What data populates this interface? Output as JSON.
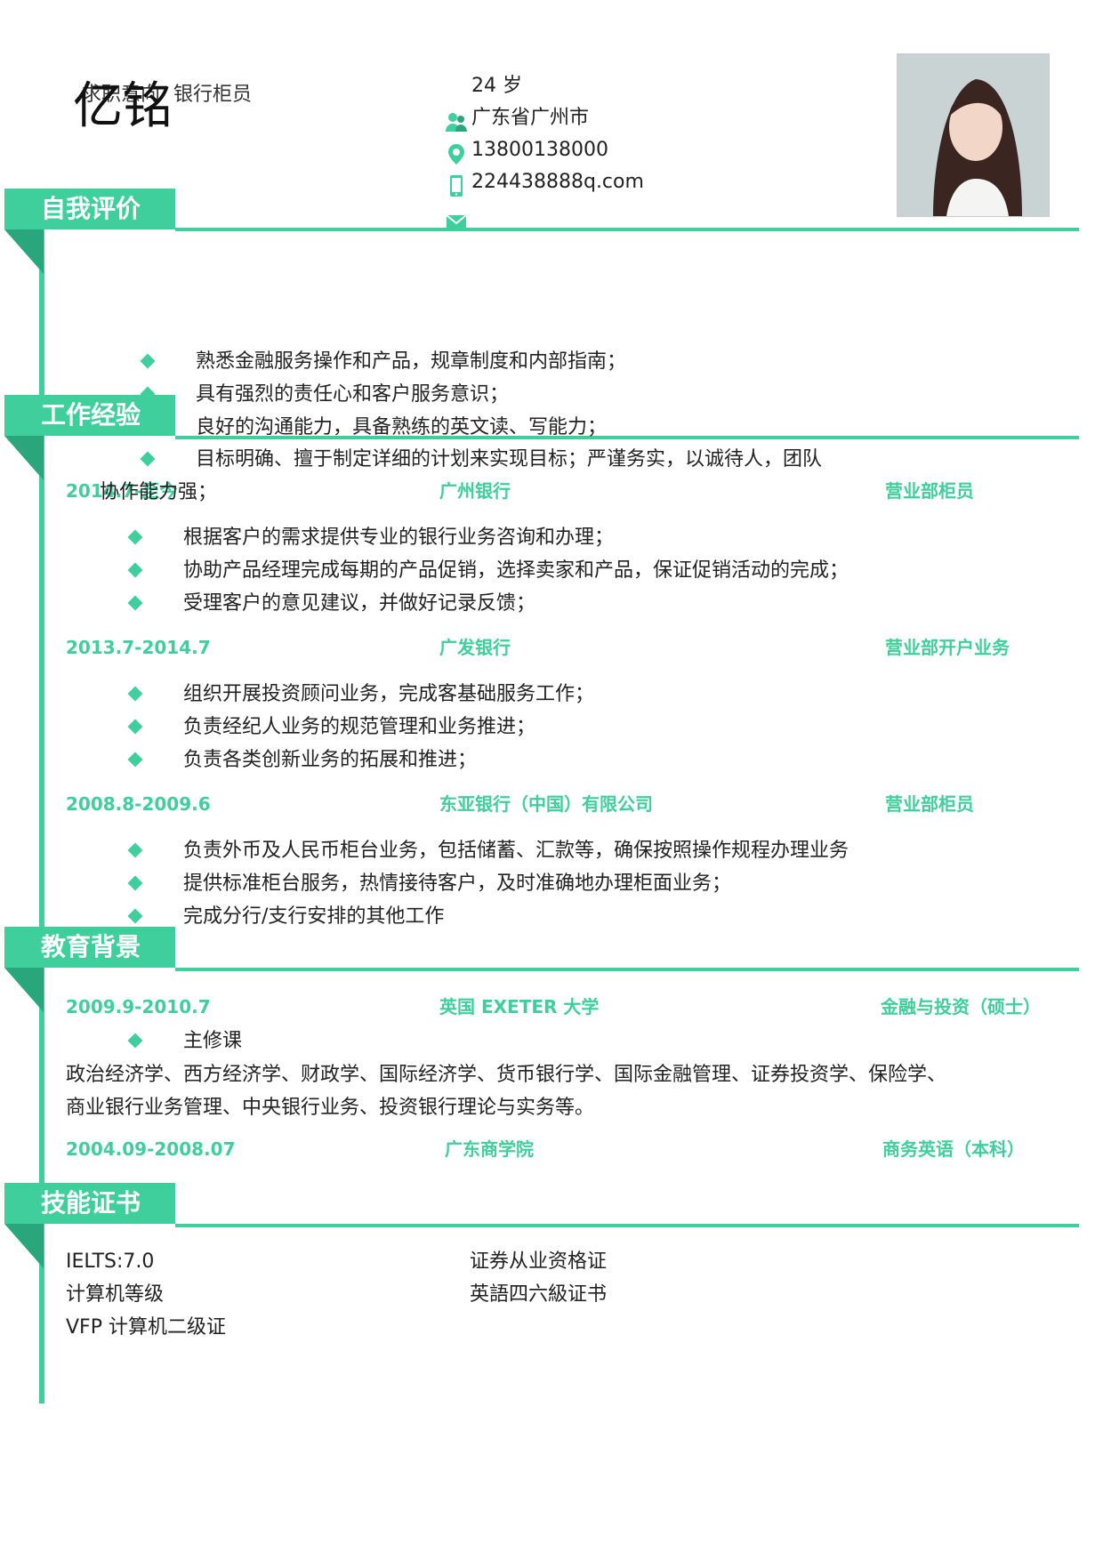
{
  "header": {
    "name": "亿铭",
    "objective_label": "求职意向",
    "objective_value": "银行柜员",
    "age": "24 岁",
    "location": "广东省广州市",
    "phone": "13800138000",
    "email": "224438888q.com"
  },
  "sections": {
    "self": "自我评价",
    "work": "工作经验",
    "edu": "教育背景",
    "skills": "技能证书"
  },
  "self_eval": [
    "熟悉金融服务操作和产品，规章制度和内部指南；",
    "具有强烈的责任心和客户服务意识；",
    "良好的沟通能力，具备熟练的英文读、写能力；",
    "目标明确、擅于制定详细的计划来实现目标；严谨务实，以诚待人，团队",
    "协作能力强；"
  ],
  "work": [
    {
      "date": "2014.7-至今",
      "company": "广州银行",
      "role": "营业部柜员",
      "items": [
        "根据客户的需求提供专业的银行业务咨询和办理；",
        "协助产品经理完成每期的产品促销，选择卖家和产品，保证促销活动的完成；",
        "受理客户的意见建议，并做好记录反馈；"
      ]
    },
    {
      "date": "2013.7-2014.7",
      "company": "广发银行",
      "role": "营业部开户业务",
      "items": [
        "组织开展投资顾问业务，完成客基础服务工作；",
        "负责经纪人业务的规范管理和业务推进；",
        "负责各类创新业务的拓展和推进；"
      ]
    },
    {
      "date": "2008.8-2009.6",
      "company": "东亚银行（中国）有限公司",
      "role": "营业部柜员",
      "items": [
        "负责外币及人民币柜台业务，包括储蓄、汇款等，确保按照操作规程办理业务",
        "提供标准柜台服务，热情接待客户，及时准确地办理柜面业务；",
        "完成分行/支行安排的其他工作"
      ]
    }
  ],
  "education": [
    {
      "date": "2009.9-2010.7",
      "school": "英国 EXETER 大学",
      "major": "金融与投资（硕士）"
    },
    {
      "date": "2004.09-2008.07",
      "school": "广东商学院",
      "major": "商务英语（本科）"
    }
  ],
  "courses_label": "主修课",
  "courses_line1": "政治经济学、西方经济学、财政学、国际经济学、货币银行学、国际金融管理、证券投资学、保险学、",
  "courses_line2": "商业银行业务管理、中央银行业务、投资银行理论与实务等。",
  "skills_left": [
    "IELTS:7.0",
    "计算机等级",
    "VFP 计算机二级证"
  ],
  "skills_right": [
    "证券从业资格证",
    "英語四六級证书"
  ],
  "colors": {
    "accent": "#3ecf9c",
    "accent_dark": "#2aa67c"
  }
}
